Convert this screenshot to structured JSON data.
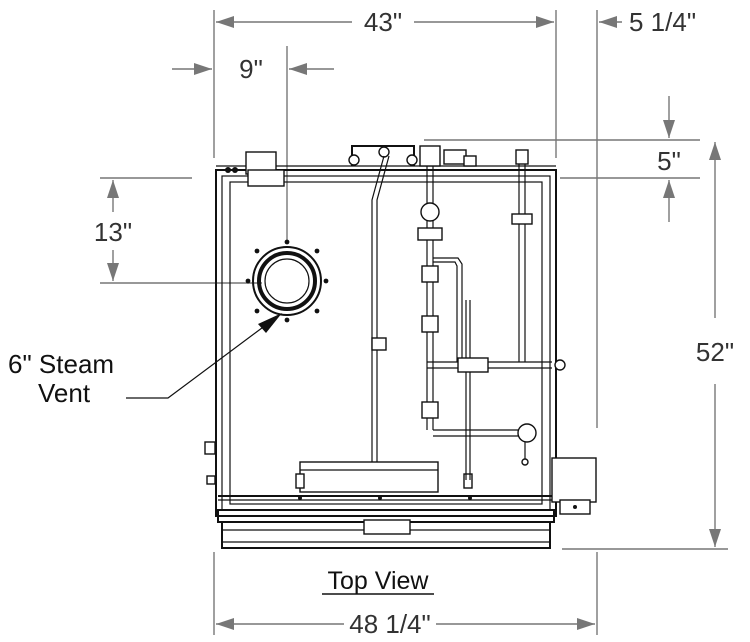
{
  "dimensions": {
    "overall_depth": "43\"",
    "side_offset": "5 1/4\"",
    "vent_offset_x": "9\"",
    "vent_offset_y": "13\"",
    "top_offset": "5\"",
    "overall_height": "52\"",
    "overall_width": "48 1/4\""
  },
  "callout": {
    "line1": "6\" Steam",
    "line2": "Vent"
  },
  "caption": "Top View",
  "colors": {
    "line": "#111111",
    "dimension": "#777777"
  }
}
